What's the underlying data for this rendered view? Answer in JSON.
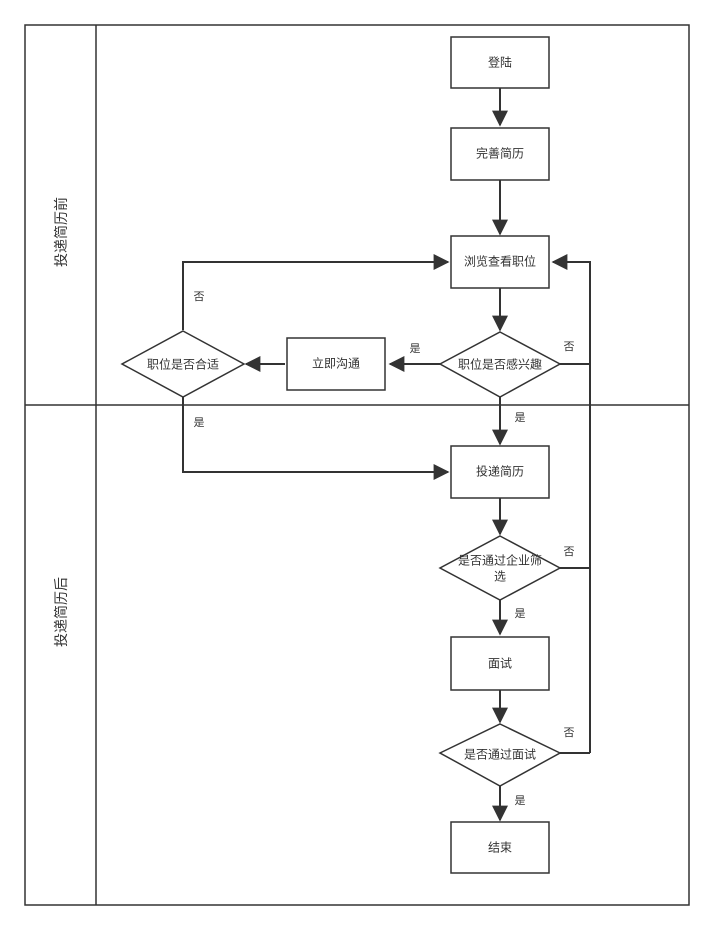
{
  "lanes": {
    "before": "投递简历前",
    "after": "投递简历后"
  },
  "nodes": {
    "login": "登陆",
    "resume": "完善简历",
    "browse": "浏览查看职位",
    "interest": "职位是否感兴趣",
    "chat": "立即沟通",
    "suitable": "职位是否合适",
    "submit": "投递简历",
    "screen_line1": "是否通过企业筛",
    "screen_line2": "选",
    "interview": "面试",
    "pass_interview": "是否通过面试",
    "end": "结束"
  },
  "edge_labels": {
    "yes_chat": "是",
    "no_interest": "否",
    "no_suitable": "否",
    "yes_suitable": "是",
    "yes_interest": "是",
    "no_screen": "否",
    "yes_screen": "是",
    "no_interview": "否",
    "yes_interview": "是"
  },
  "colors": {
    "stroke": "#333333",
    "fill": "#ffffff",
    "text": "#333333"
  }
}
